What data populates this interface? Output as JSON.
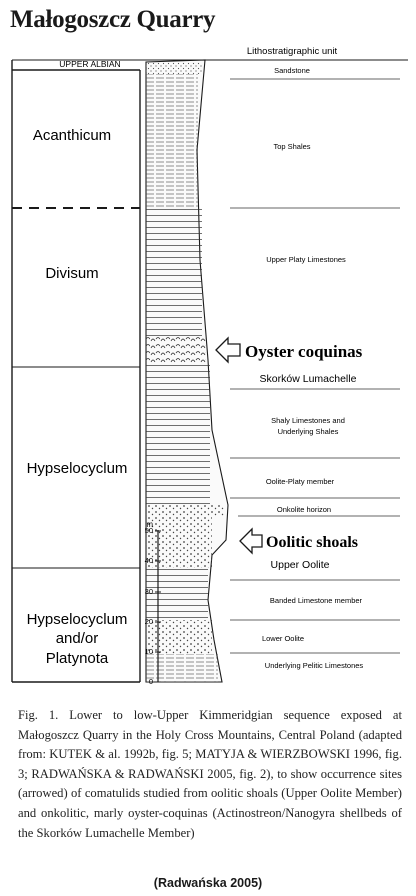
{
  "title": "Małogoszcz Quarry",
  "header": {
    "left_label": "UPPER ALBIAN",
    "right_label": "Lithostratigraphic  unit"
  },
  "zones": [
    {
      "id": "acanthicum",
      "lines": [
        "Acanthicum"
      ]
    },
    {
      "id": "divisum",
      "lines": [
        "Divisum"
      ]
    },
    {
      "id": "hypselocyclum",
      "lines": [
        "Hypselocyclum"
      ]
    },
    {
      "id": "hypselocyclum-platynota",
      "lines": [
        "Hypselocyclum",
        "and/or",
        "Platynota"
      ]
    }
  ],
  "units": [
    "Sandstone",
    "Top  Shales",
    "Upper Platy Limestones",
    "Skorków Lumachelle",
    "Shaly Limestones and",
    "Underlying Shales",
    "Oolite-Platy member",
    "Onkolite  horizon",
    "Upper Oolite",
    "Banded Limestone member",
    "Lower Oolite",
    "Underlying Pelitic Limestones"
  ],
  "callouts": [
    {
      "id": "oyster-coquinas",
      "label": "Oyster  coquinas"
    },
    {
      "id": "oolitic-shoals",
      "label": "Oolitic shoals"
    }
  ],
  "scale": {
    "unit": "m",
    "ticks": [
      "0",
      "10",
      "20",
      "30",
      "40",
      "50"
    ]
  },
  "caption": {
    "text": "Fig.  1.  Lower  to  low-Upper  Kimmeridgian  sequence  exposed  at Małogoszcz Quarry in the Holy Cross Mountains, Central Poland (adapted from: KUTEK & al. 1992b, fig. 5; MATYJA & WIERZBOWSKI 1996, fig. 3; RADWAŃSKA & RADWAŃSKI 2005, fig. 2), to show occurrence sites (arrowed) of comatulids studied from oolitic shoals (Upper Oolite Member) and onkolitic, marly oyster-coquinas (Actinostreon/Nanogyra shellbeds of the Skorków Lumachelle Member)"
  },
  "credit": "(Radwańska 2005)",
  "colors": {
    "ink": "#1a1a1a",
    "paper": "#ffffff",
    "stipple": "#555555"
  }
}
